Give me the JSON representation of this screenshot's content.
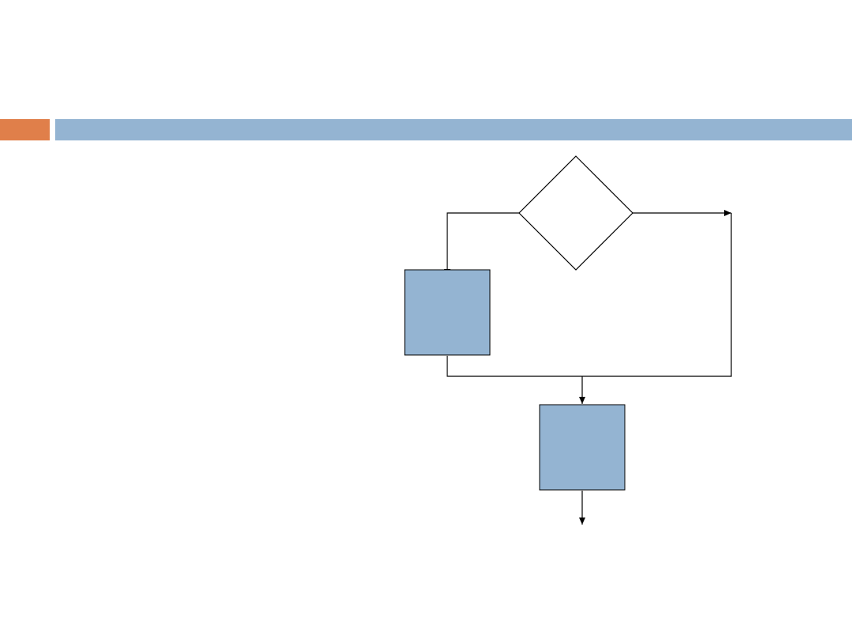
{
  "slide": {
    "colors": {
      "accent_bar": "#E07F4A",
      "main_bar": "#94B4D2",
      "process_fill": "#94B4D2",
      "stroke": "#000000",
      "background": "#FFFFFF"
    }
  },
  "flowchart": {
    "decision": {
      "shape": "diamond",
      "text": ""
    },
    "process_1": {
      "shape": "rectangle",
      "text": ""
    },
    "process_2": {
      "shape": "rectangle",
      "text": ""
    },
    "connectors": [
      {
        "from": "decision",
        "to": "process_1",
        "side": "left"
      },
      {
        "from": "decision",
        "to": "merge",
        "side": "right"
      },
      {
        "from": "process_1",
        "to": "merge"
      },
      {
        "from": "merge",
        "to": "process_2"
      },
      {
        "from": "process_2",
        "to": "exit"
      }
    ]
  }
}
